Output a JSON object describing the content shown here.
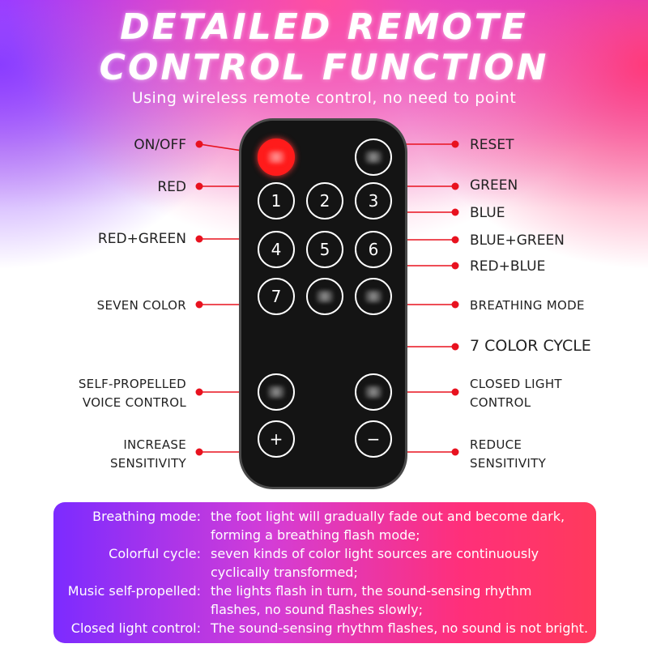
{
  "header": {
    "title_line1": "DETAILED REMOTE",
    "title_line2": "CONTROL FUNCTION",
    "subtitle": "Using wireless remote control, no need to point"
  },
  "buttons": {
    "b1": "1",
    "b2": "2",
    "b3": "3",
    "b4": "4",
    "b5": "5",
    "b6": "6",
    "b7": "7",
    "plus": "+",
    "minus": "−"
  },
  "labels": {
    "on_off": "ON/OFF",
    "reset": "RESET",
    "red": "RED",
    "green": "GREEN",
    "blue": "BLUE",
    "red_green": "RED+GREEN",
    "blue_green": "BLUE+GREEN",
    "red_blue": "RED+BLUE",
    "seven_color": "SEVEN COLOR",
    "breathing_mode": "BREATHING MODE",
    "color_cycle": "7 COLOR CYCLE",
    "self_propelled_1": "SELF-PROPELLED",
    "self_propelled_2": "VOICE CONTROL",
    "closed_light_1": "CLOSED LIGHT",
    "closed_light_2": "CONTROL",
    "increase_1": "INCREASE",
    "increase_2": "SENSITIVITY",
    "reduce_1": "REDUCE",
    "reduce_2": "SENSITIVITY"
  },
  "descriptions": [
    {
      "term": "Breathing mode:",
      "line1": "the foot light will gradually fade out and become dark,",
      "line2": "forming a breathing flash mode;"
    },
    {
      "term": "Colorful cycle:",
      "line1": "seven kinds of color light sources are continuously",
      "line2": "cyclically transformed;"
    },
    {
      "term": "Music self-propelled:",
      "line1": "the lights flash in turn, the sound-sensing rhythm",
      "line2": "flashes, no sound flashes slowly;"
    },
    {
      "term": "Closed light control:",
      "line1": "The sound-sensing rhythm flashes, no sound is not bright.",
      "line2": ""
    }
  ],
  "colors": {
    "leader_line": "#e8121f",
    "power_button": "#ff1b1b",
    "remote_body": "#141414"
  }
}
